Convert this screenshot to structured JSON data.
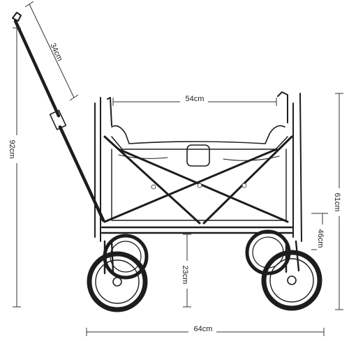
{
  "dimensions": {
    "handle_length": "34cm",
    "bed_width": "54cm",
    "total_height": "92cm",
    "body_height": "61cm",
    "wheel_height": "46cm",
    "ground_clearance": "23cm",
    "total_length": "64cm"
  },
  "icons": {
    "product": "folding-wagon-line-drawing"
  },
  "colors": {
    "line": "#1d1d1d",
    "background": "#ffffff"
  }
}
